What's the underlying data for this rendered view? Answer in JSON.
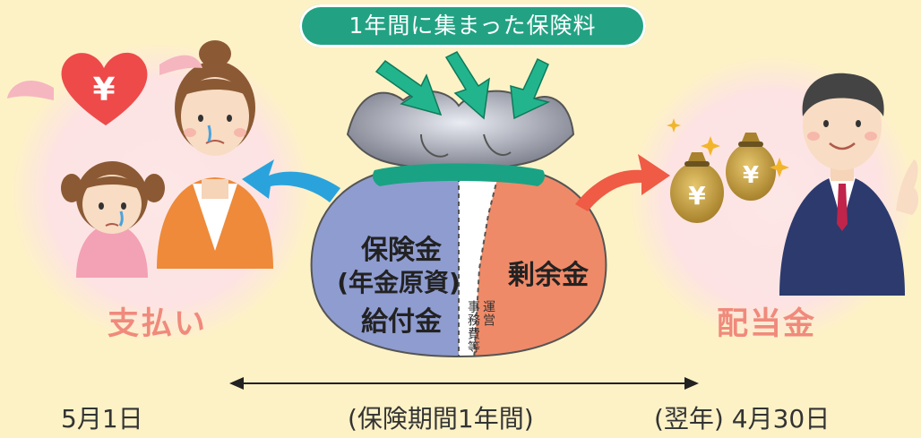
{
  "title": "1年間に集まった保険料",
  "bag": {
    "claims_line1": "保険金",
    "claims_line2": "(年金原資)",
    "claims_line3": "給付金",
    "surplus": "剰余金",
    "ops_line1": "運営",
    "ops_line2": "事務費等"
  },
  "left_label": "支払い",
  "right_label": "配当金",
  "timeline": {
    "start": "5月1日",
    "period": "(保険期間1年間)",
    "end": "(翌年) 4月30日"
  },
  "icons": {
    "heart": "heart-yen-icon",
    "bags": "money-bag-yen-icon"
  },
  "colors": {
    "background": "#fdf2c6",
    "title_pill": "#22a283",
    "claims": "#8f9cd0",
    "surplus": "#ef8a68",
    "bag_neck": "#19a384",
    "arrow_blue": "#2aa3dc",
    "arrow_red": "#ef5b45",
    "label_pink": "#f08a7c"
  }
}
